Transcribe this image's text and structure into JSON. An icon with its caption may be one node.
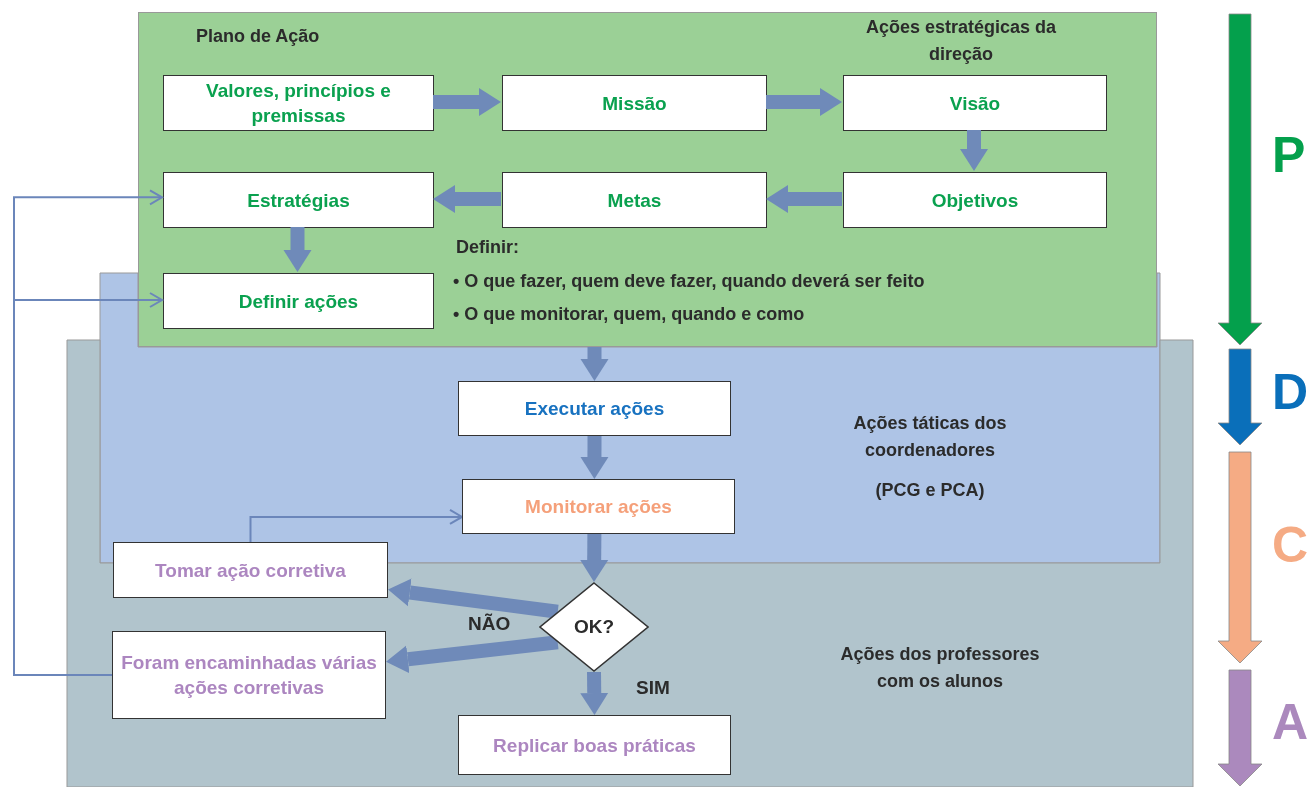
{
  "diagram": {
    "nodes": [
      {
        "text": [
          "Plano de Ação",
          "Ações estratégicas da direção",
          "Definir:",
          "• O que fazer, quem deve fazer, quando deverá ser feito",
          "• O que monitorar, quem, quando e como"
        ]
      },
      {
        "text": [
          "Valores, princípios e premissas"
        ],
        "in": 0
      },
      {
        "text": [
          "Missão"
        ],
        "in": 0
      },
      {
        "text": [
          "Visão"
        ],
        "in": 0
      },
      {
        "text": [
          "Estratégias"
        ],
        "in": 0
      },
      {
        "text": [
          "Metas"
        ],
        "in": 0
      },
      {
        "text": [
          "Objetivos"
        ],
        "in": 0
      },
      {
        "text": [
          "Definir ações"
        ],
        "in": 0
      },
      {
        "text": [
          "Executar ações"
        ]
      },
      {
        "text": [
          "Monitorar ações"
        ]
      },
      {
        "text": [
          "Tomar ação corretiva"
        ]
      },
      {
        "text": [
          "OK?"
        ]
      },
      {
        "text": [
          "Foram encaminhadas várias ações corretivas"
        ]
      },
      {
        "text": [
          "Replicar boas práticas"
        ]
      }
    ],
    "edges": [
      {
        "from": 1,
        "to": 2,
        "arrow": "to"
      },
      {
        "from": 2,
        "to": 3,
        "arrow": "to"
      },
      {
        "from": 3,
        "to": 6,
        "arrow": "to"
      },
      {
        "from": 6,
        "to": 5,
        "arrow": "to"
      },
      {
        "from": 5,
        "to": 4,
        "arrow": "to"
      },
      {
        "from": 4,
        "to": 7,
        "arrow": "to"
      },
      {
        "from": 0,
        "to": 8,
        "arrow": "to"
      },
      {
        "from": 8,
        "to": 9,
        "arrow": "to"
      },
      {
        "from": 9,
        "to": 11,
        "arrow": "to"
      },
      {
        "from": 11,
        "to": 10,
        "arrow": "to"
      },
      {
        "from": 11,
        "to": 12,
        "arrow": "to"
      },
      {
        "from": 11,
        "to": 13,
        "arrow": "to"
      },
      {
        "from": 10,
        "to": 9,
        "arrow": "to"
      },
      {
        "from": 12,
        "to": 4,
        "arrow": "to"
      },
      {
        "from": 12,
        "to": 7,
        "arrow": "to"
      }
    ],
    "labels": [
      "Ações táticas dos coordenadores",
      "(PCG e PCA)",
      "NÃO",
      "SIM",
      "Ações dos professores com os alunos",
      "P",
      "D",
      "C",
      "A"
    ]
  }
}
